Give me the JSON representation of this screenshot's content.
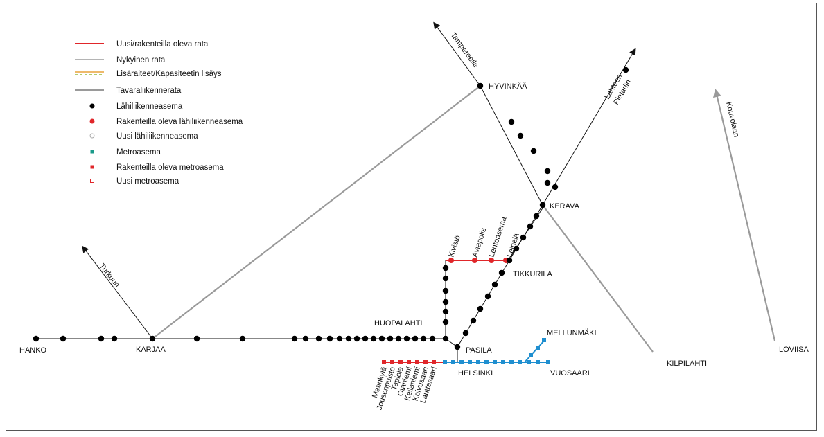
{
  "legend": {
    "new_line": "Uusi/rakenteilla oleva rata",
    "current_line": "Nykyinen rata",
    "extra_tracks": "Lisäraiteet/Kapasiteetin lisäys",
    "freight_line": "Tavaraliikennerata",
    "commuter_station": "Lähiliikenneasema",
    "commuter_station_construction": "Rakenteilla oleva lähiliikenneasema",
    "new_commuter_station": "Uusi lähiliikenneasema",
    "metro_station": "Metroasema",
    "metro_station_construction": "Rakenteilla oleva metroasema",
    "new_metro_station": "Uusi metroasema"
  },
  "directions": {
    "turku": "Turkuun",
    "tampere": "Tampereelle",
    "lahti": "Lahteen\nPietariin",
    "kouvola": "Kouvolaan"
  },
  "places": {
    "hanko": "HANKO",
    "karjaa": "KARJAA",
    "hyvinkaa": "HYVINKÄÄ",
    "kerava": "KERAVA",
    "tikkurila": "TIKKURILA",
    "huopalahti": "HUOPALAHTI",
    "pasila": "PASILA",
    "helsinki": "HELSINKI",
    "mellunmaki": "MELLUNMÄKI",
    "vuosaari": "VUOSAARI",
    "kilpilahti": "KILPILAHTI",
    "loviisa": "LOVIISA"
  },
  "ring_rail_stations": [
    "Kivistö",
    "Aviapolis",
    "Lentoasema",
    "Leinelä"
  ],
  "west_metro_stations": [
    "Matinkylä",
    "Jousenpuisto",
    "Tapiola",
    "Otaniemi",
    "Keilaniemi",
    "Koivusaari",
    "Lauttasaari"
  ],
  "colors": {
    "new_line": "#e0262a",
    "current_line": "#111111",
    "freight_line": "#9a9a9a",
    "extra_tracks": "#e8a23a",
    "metro": "#1f8fd0",
    "station": "#000000"
  }
}
